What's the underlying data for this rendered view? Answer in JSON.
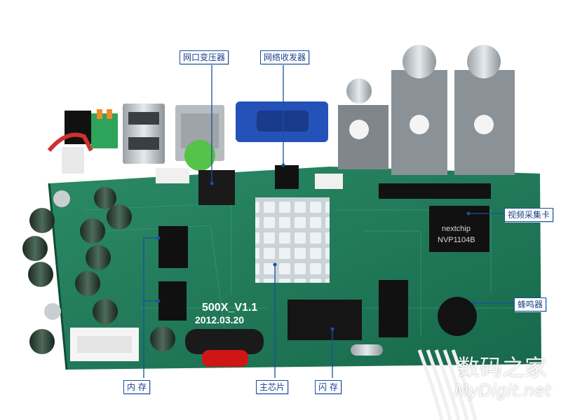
{
  "board": {
    "model_text": "500X_V1.1",
    "date_text": "2012.03.20",
    "pcb_color": "#1f7a5a",
    "nextchip_text": "nextchip",
    "nextchip_model": "NVP1104B"
  },
  "callouts": {
    "network_transformer": "网口变压器",
    "network_transceiver": "网络收发器",
    "capture_card": "视频采集卡",
    "buzzer": "蜂鸣器",
    "memory": "内  存",
    "main_chip": "主芯片",
    "flash": "闪  存"
  },
  "watermark": {
    "cn": "数码之家",
    "en": "MyDigit.net"
  },
  "colors": {
    "callout_border": "#1a4fa0",
    "leader_line": "#1a4fa0"
  }
}
